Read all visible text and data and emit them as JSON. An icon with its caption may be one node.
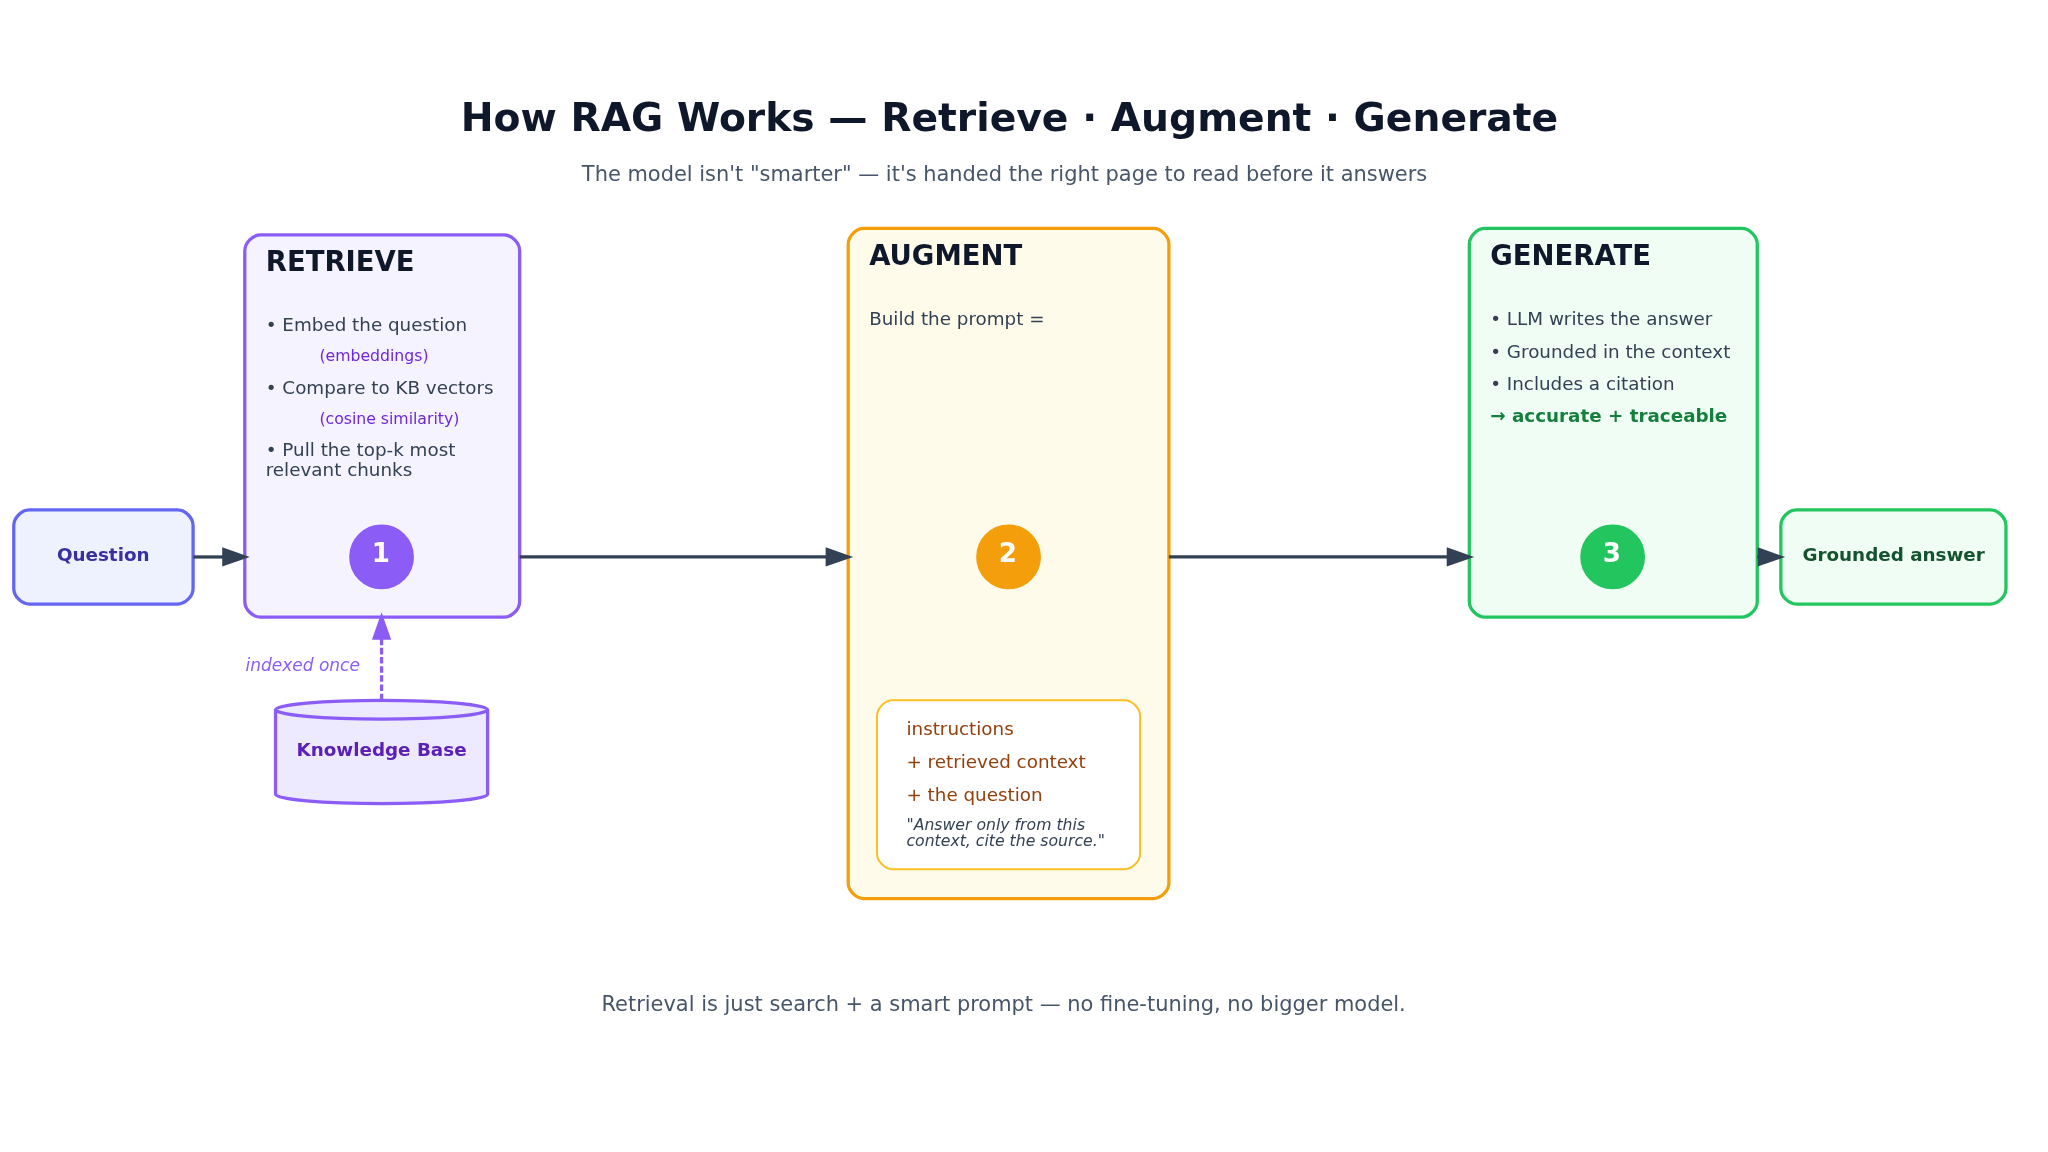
{
  "diagram": {
    "title": "How RAG Works — Retrieve · Augment · Generate",
    "nodes": [
      {
        "text": [
          "Question"
        ]
      },
      {
        "text": [
          "RETRIEVE",
          "• Embed the question",
          "(embeddings)",
          "• Compare to KB vectors",
          "(cosine similarity)",
          "• Pull the top-k most relevant chunks"
        ]
      },
      {
        "text": [
          "1"
        ],
        "in": 1
      },
      {
        "text": [
          "AUGMENT",
          "Build the prompt ="
        ]
      },
      {
        "text": [
          "2"
        ],
        "in": 3
      },
      {
        "text": [
          "instructions",
          "+ retrieved context",
          "+ the question",
          "\"Answer only from this context, cite the source.\""
        ],
        "in": 3
      },
      {
        "text": [
          "GENERATE",
          "• LLM writes the answer",
          "• Grounded in the context",
          "• Includes a citation",
          "→ accurate + traceable"
        ]
      },
      {
        "text": [
          "3"
        ],
        "in": 6
      },
      {
        "text": [
          "Grounded answer"
        ]
      },
      {
        "text": [
          "Knowledge Base"
        ]
      }
    ],
    "edges": [
      {
        "from": 0,
        "to": 1,
        "arrow": "to"
      },
      {
        "from": 1,
        "to": 3,
        "arrow": "to"
      },
      {
        "from": 3,
        "to": 6,
        "arrow": "to"
      },
      {
        "from": 6,
        "to": 8,
        "arrow": "to"
      },
      {
        "from": 9,
        "to": 1,
        "arrow": "to",
        "label": "indexed once",
        "style": "dashed",
        "color": "#8b5cf6"
      }
    ],
    "labels": [
      "The model isn't \"smarter\" — it's handed the right page to read before it answers",
      "Retrieval is just search + a smart prompt — no fine-tuning, no bigger model."
    ]
  }
}
